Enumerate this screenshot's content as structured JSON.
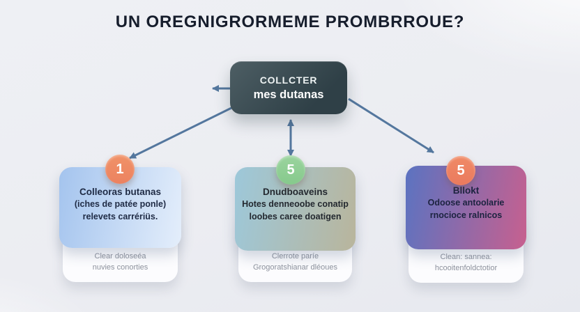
{
  "title": "UN  OREGNIGRORMEME PROMBRROUE?",
  "root": {
    "line1": "COLLCTER",
    "line2": "mes dutanas",
    "bg": "linear-gradient(135deg, #4d5e64 0%, #2f4047 75%)"
  },
  "colors": {
    "arrow": "#54779e",
    "background": "#edeff3",
    "title_text": "#161d2c"
  },
  "columns": [
    {
      "badge": "1",
      "badge_color": "linear-gradient(180deg, #f09268, #ec8260)",
      "bg": "linear-gradient(100deg, #a4c4ee 0%, #e4eefb 100%)",
      "lines": [
        "Colleoras butanas",
        "(iches de patée ponle)",
        "relevets carrériüs."
      ],
      "sub_lines": [
        "Clear doloseéa",
        "nuvies conorties"
      ]
    },
    {
      "badge": "5",
      "badge_color": "linear-gradient(180deg, #9bd49e, #86c98c)",
      "bg": "linear-gradient(100deg, #9dc8da 0%, #b9b59c 100%)",
      "lines": [
        "Dnudboaveins",
        "Hotes denneoobe conatip",
        "loobes caree doatigen"
      ],
      "sub_lines": [
        "Clerrote paríe",
        "Grogoratshianar dléoues"
      ]
    },
    {
      "badge": "5",
      "badge_color": "linear-gradient(180deg, #f08a66, #ea7a5e)",
      "bg": "linear-gradient(100deg, #5b73c1 0%, #c7608f 100%)",
      "lines": [
        "Bllokt",
        "Odoose antoolarie",
        "rnocioce ralnicos"
      ],
      "sub_lines": [
        "Clean: sannea:",
        "hcooitenfoldctotior"
      ]
    }
  ]
}
